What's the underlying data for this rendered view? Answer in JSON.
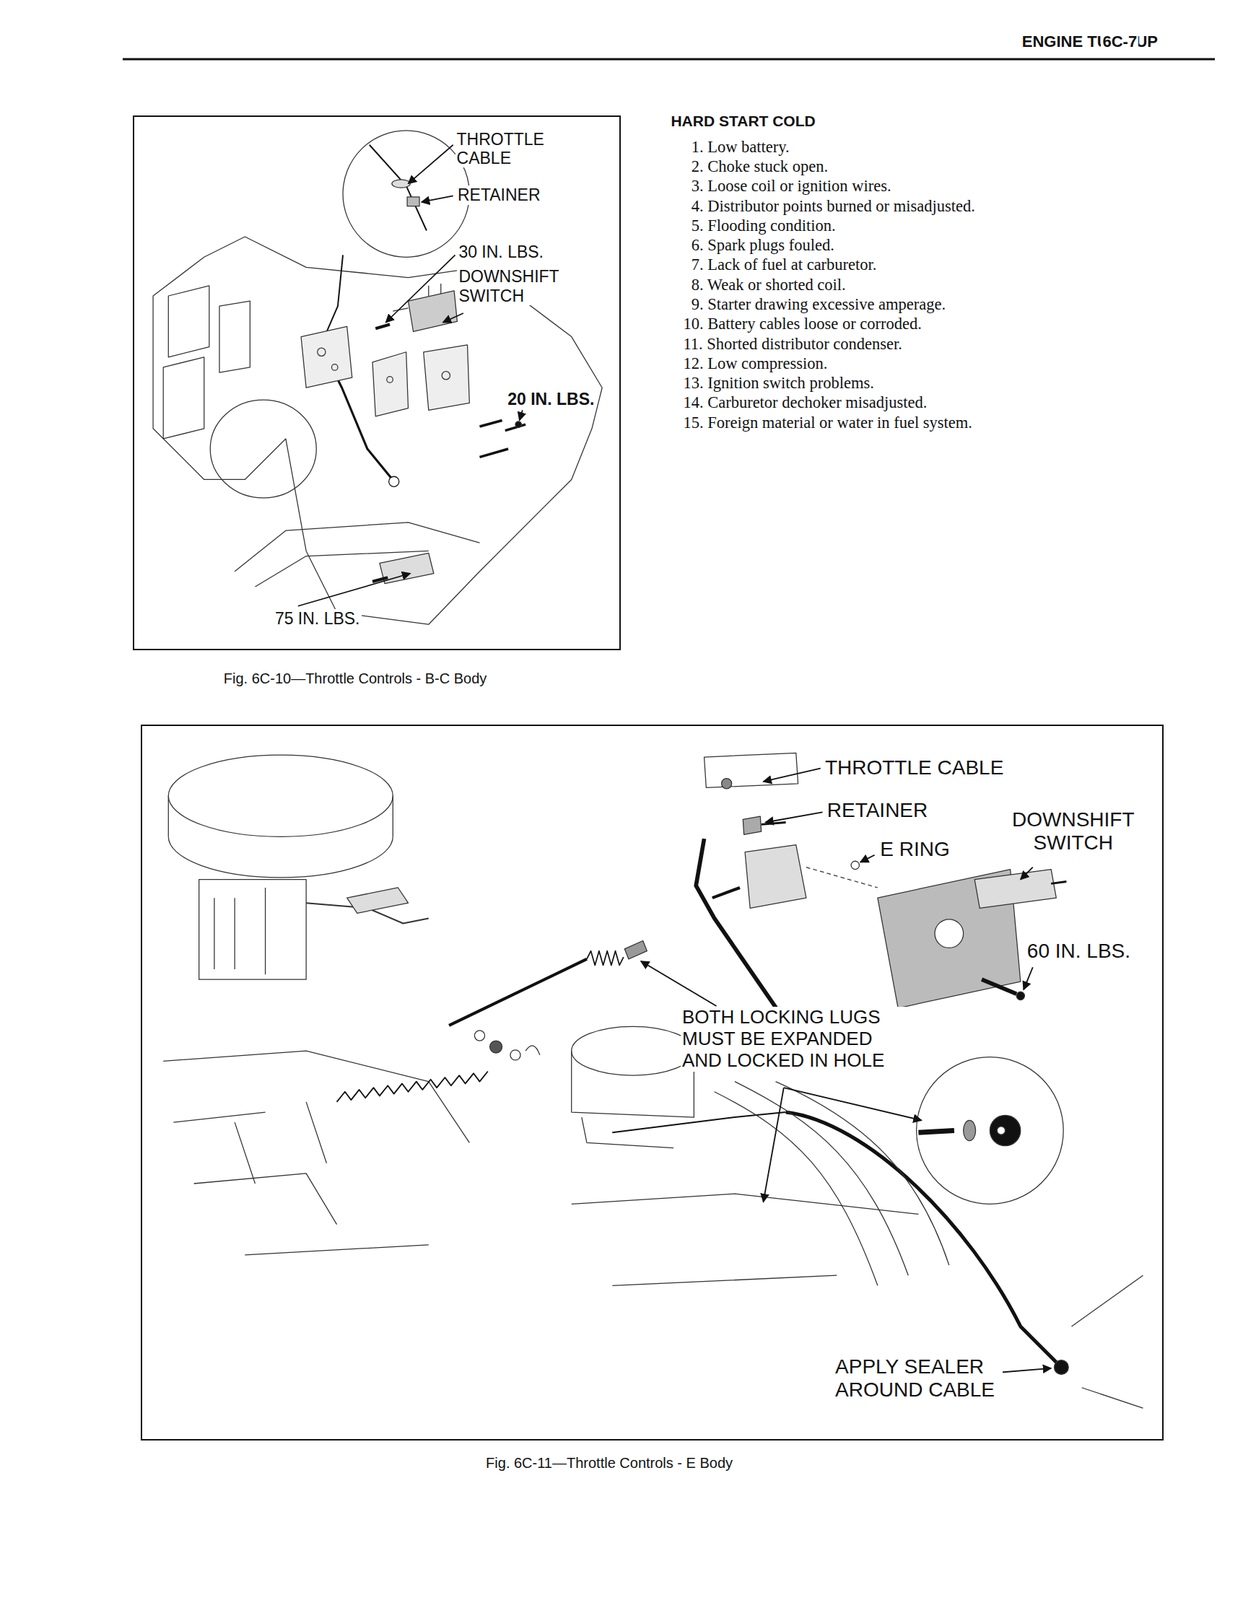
{
  "diagram": {
    "title": "ENGINE TUNE-UP",
    "nodes": [
      {
        "text": [
          "Fig. 6C-10—Throttle Controls - B-C Body"
        ]
      },
      {
        "text": [
          "Fig. 6C-11—Throttle Controls - E Body"
        ]
      }
    ],
    "labels": [
      "6C-7",
      "THROTTLE CABLE",
      "RETAINER",
      "30 IN. LBS.",
      "DOWNSHIFT SWITCH",
      "20 IN. LBS.",
      "75 IN. LBS.",
      "HARD START COLD",
      "1. Low battery.",
      "2. Choke stuck open.",
      "3. Loose coil or ignition wires.",
      "4. Distributor points burned or misadjusted.",
      "5. Flooding condition.",
      "6. Spark plugs fouled.",
      "7. Lack of fuel at carburetor.",
      "8. Weak or shorted coil.",
      "9. Starter drawing excessive amperage.",
      "10. Battery cables loose or corroded.",
      "11. Shorted distributor condenser.",
      "12. Low compression.",
      "13. Ignition switch problems.",
      "14. Carburetor dechoker misadjusted.",
      "15. Foreign material or water in fuel system.",
      "THROTTLE CABLE",
      "RETAINER",
      "E RING",
      "DOWNSHIFT SWITCH",
      "60 IN. LBS.",
      "BOTH LOCKING LUGS MUST BE EXPANDED AND LOCKED IN HOLE",
      "APPLY SEALER AROUND CABLE"
    ]
  }
}
